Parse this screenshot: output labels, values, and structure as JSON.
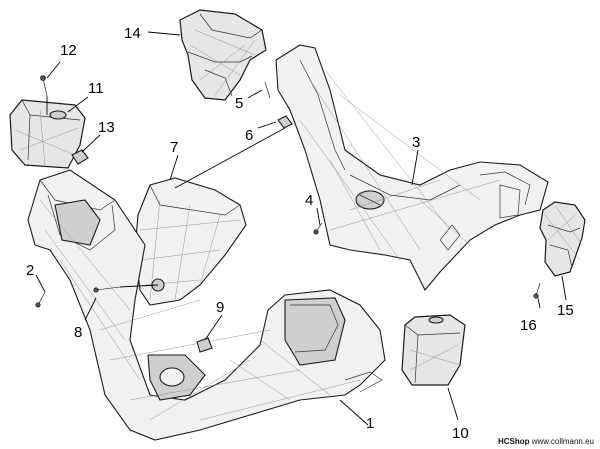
{
  "callouts": [
    {
      "id": "c1",
      "label": "1"
    },
    {
      "id": "c2",
      "label": "2"
    },
    {
      "id": "c3",
      "label": "3"
    },
    {
      "id": "c4",
      "label": "4"
    },
    {
      "id": "c5",
      "label": "5"
    },
    {
      "id": "c6",
      "label": "6"
    },
    {
      "id": "c7",
      "label": "7"
    },
    {
      "id": "c8",
      "label": "8"
    },
    {
      "id": "c9",
      "label": "9"
    },
    {
      "id": "c10",
      "label": "10"
    },
    {
      "id": "c11",
      "label": "11"
    },
    {
      "id": "c12",
      "label": "12"
    },
    {
      "id": "c13",
      "label": "13"
    },
    {
      "id": "c14",
      "label": "14"
    },
    {
      "id": "c15",
      "label": "15"
    },
    {
      "id": "c16",
      "label": "16"
    }
  ],
  "footer": {
    "shop": "HCShop",
    "url": "www.collmann.eu"
  }
}
